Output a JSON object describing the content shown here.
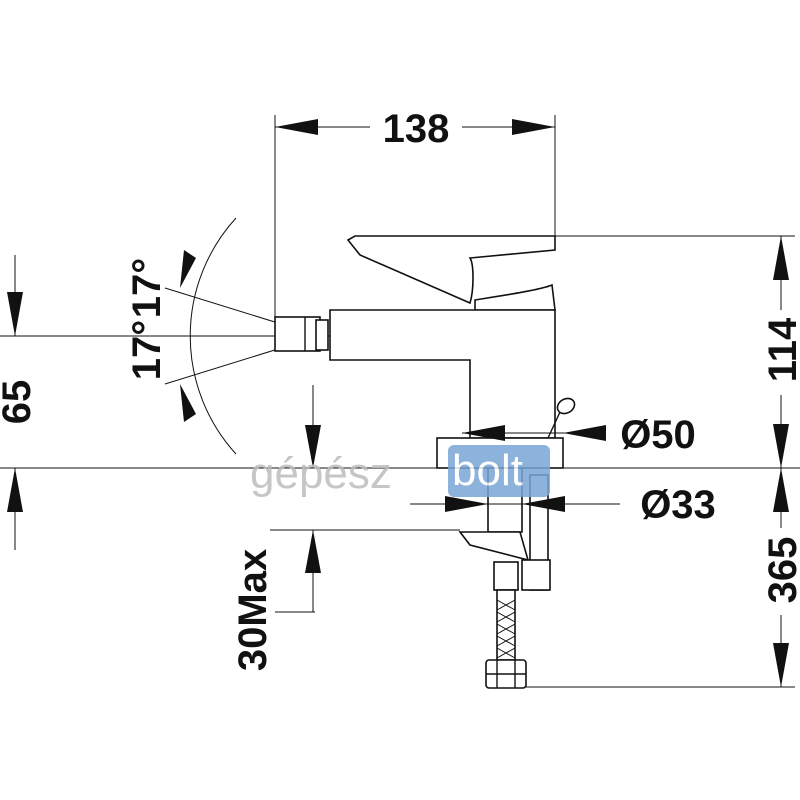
{
  "dimensions": {
    "width_top": "138",
    "height_right": "114",
    "below_deck_right": "365",
    "left_height": "65",
    "angle_upper": "17°",
    "angle_lower": "17°",
    "max_deck": "30Max",
    "base_diameter": "Ø50",
    "hole_diameter": "Ø33"
  },
  "watermark": {
    "part1": "gépész",
    "part2": "bolt",
    "colors": {
      "gray": "#bdbdbd",
      "blue": "#7aa6d6"
    }
  },
  "colors": {
    "line": "#111111",
    "background": "#ffffff"
  }
}
